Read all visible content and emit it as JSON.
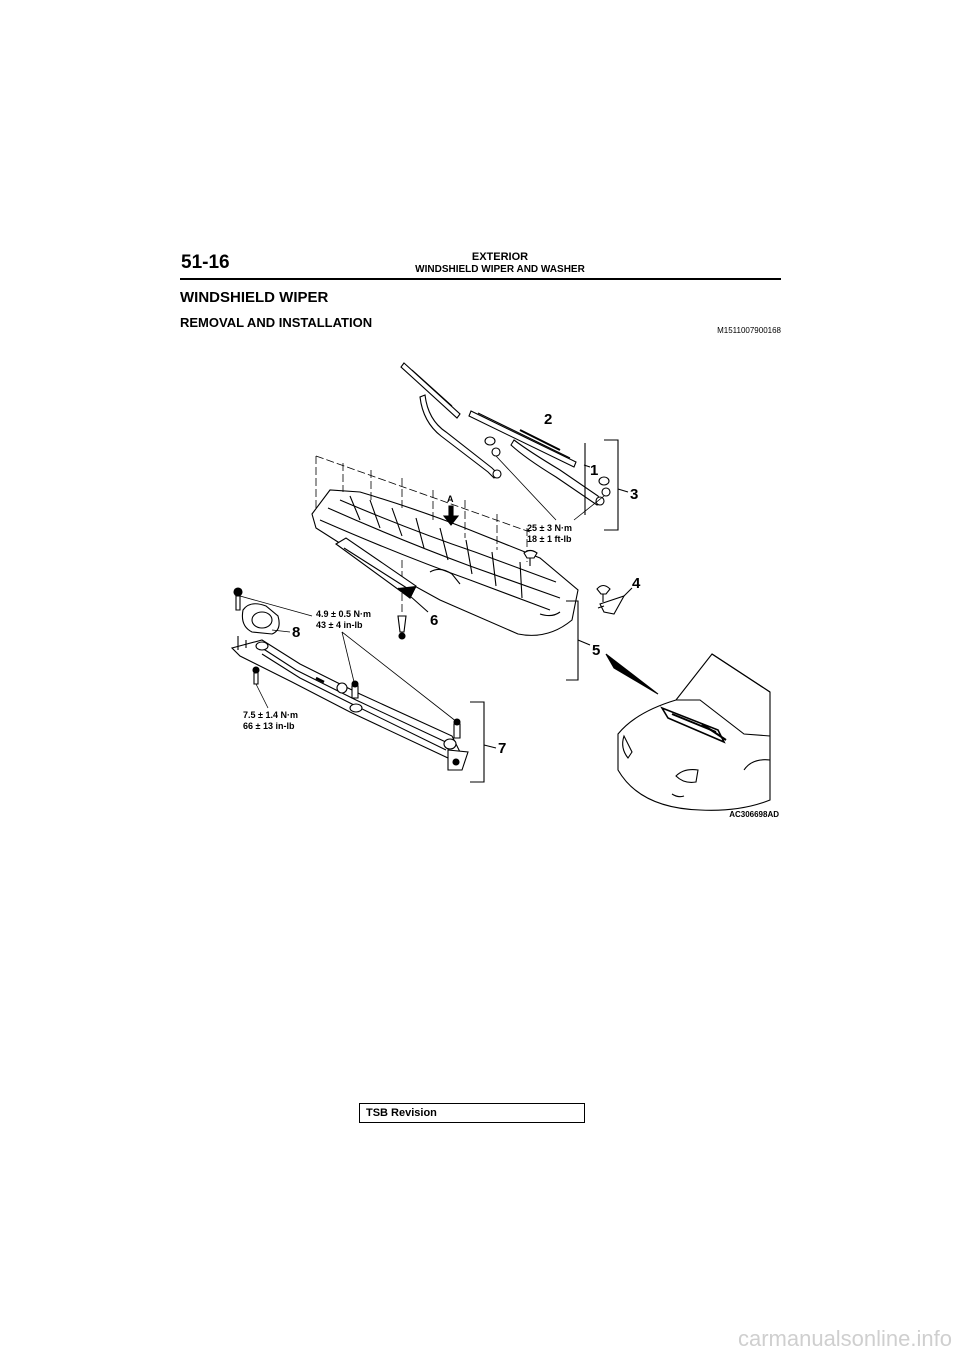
{
  "header": {
    "page_number": "51-16",
    "chapter": "EXTERIOR",
    "section": "WINDSHIELD WIPER AND WASHER"
  },
  "section_title": "WINDSHIELD WIPER",
  "subsection_title": "REMOVAL AND INSTALLATION",
  "document_id": "M1511007900168",
  "figure": {
    "callouts": [
      "1",
      "2",
      "3",
      "4",
      "5",
      "6",
      "7",
      "8"
    ],
    "view_label": "A",
    "torque_arm": [
      "25 ± 3 N·m",
      "18 ± 1 ft-lb"
    ],
    "torque_cowl": [
      "4.9 ± 0.5 N·m",
      "43 ± 4 in-lb"
    ],
    "torque_linkage": [
      "7.5 ± 1.4 N·m",
      "66 ± 13 in-lb"
    ],
    "figure_id": "AC306698AD"
  },
  "footer": {
    "label": "TSB Revision"
  },
  "watermark": "carmanualsonline.info"
}
